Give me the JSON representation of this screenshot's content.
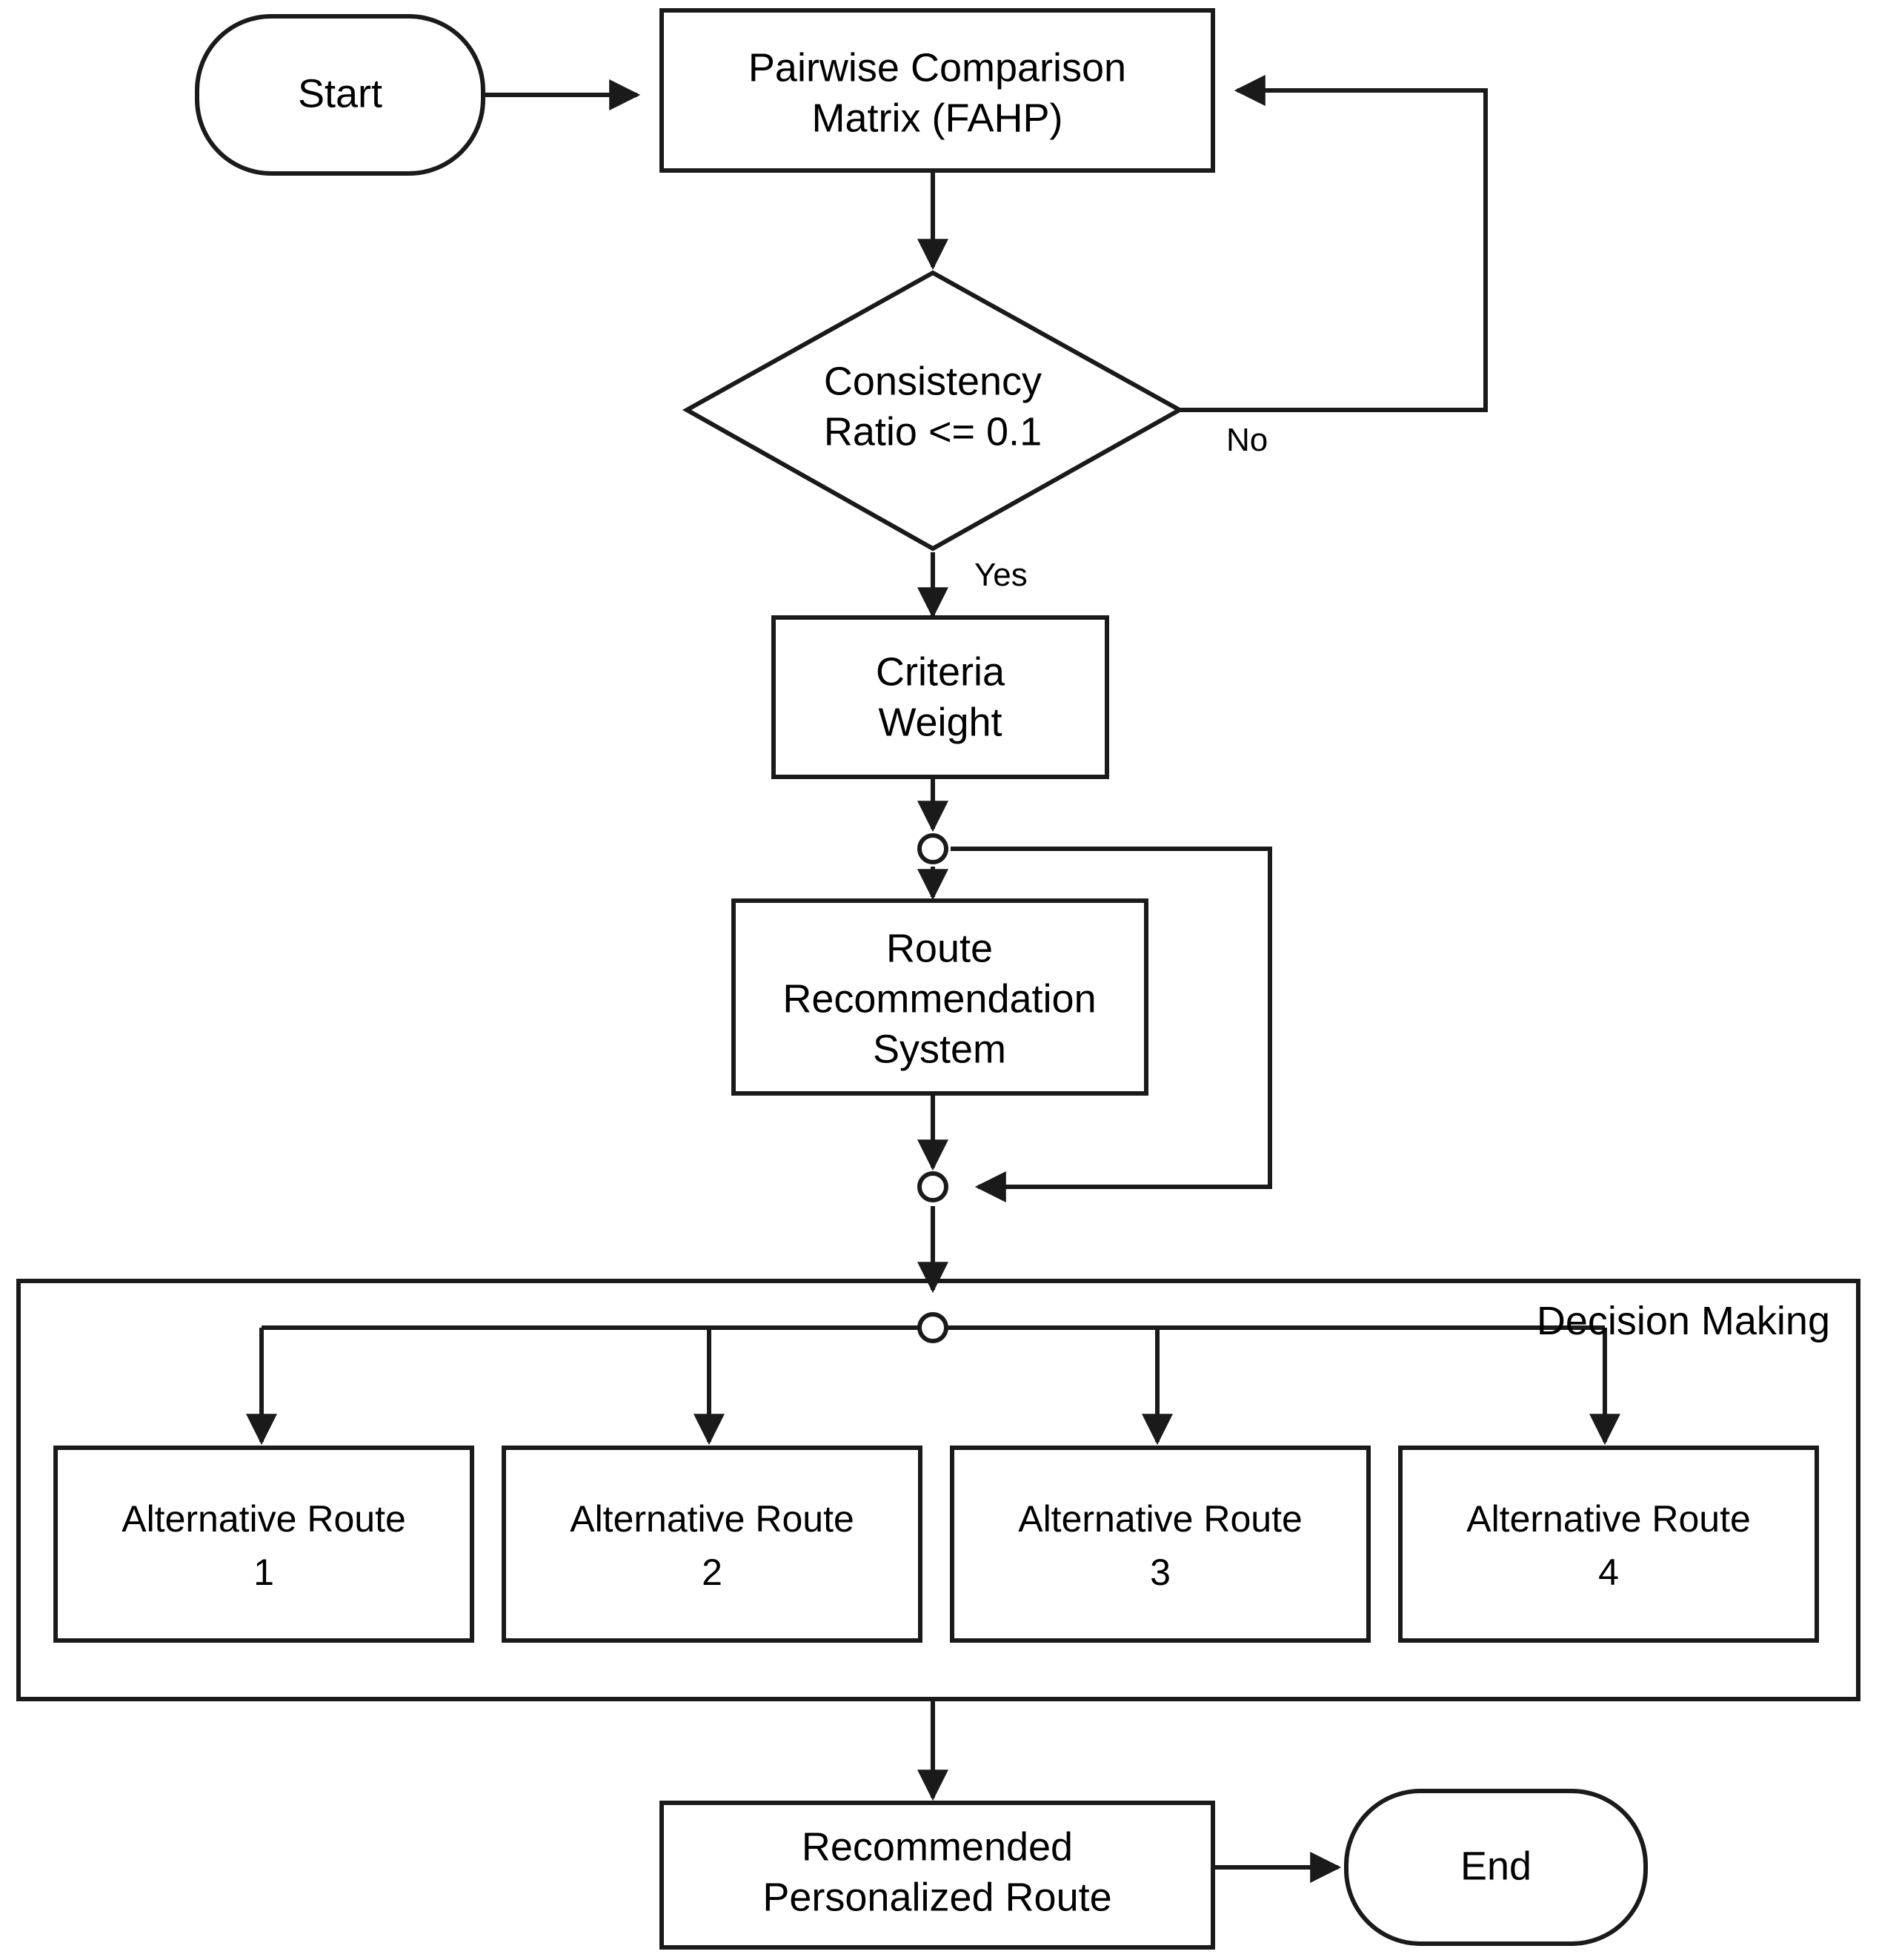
{
  "diagram": {
    "title": "FAHP Personalized Route Recommendation Flowchart",
    "colors": {
      "stroke": "#1a1a1a",
      "fill": "#ffffff",
      "text": "#000000",
      "background": "#ffffff"
    }
  },
  "nodes": {
    "start": {
      "label": "Start",
      "shape": "stadium"
    },
    "pairwise": {
      "line1": "Pairwise Comparison",
      "line2": "Matrix (FAHP)",
      "shape": "rectangle"
    },
    "consistency": {
      "line1": "Consistency",
      "line2": "Ratio <= 0.1",
      "shape": "diamond"
    },
    "criteria_weight": {
      "line1": "Criteria",
      "line2": "Weight",
      "shape": "rectangle"
    },
    "route_system": {
      "line1": "Route",
      "line2": "Recommendation",
      "line3": "System",
      "shape": "rectangle"
    },
    "recommended": {
      "line1": "Recommended",
      "line2": "Personalized Route",
      "shape": "rectangle"
    },
    "end": {
      "label": "End",
      "shape": "stadium"
    }
  },
  "group": {
    "label": "Decision Making",
    "alternatives": [
      {
        "line1": "Alternative Route",
        "line2": "1"
      },
      {
        "line1": "Alternative Route",
        "line2": "2"
      },
      {
        "line1": "Alternative Route",
        "line2": "3"
      },
      {
        "line1": "Alternative Route",
        "line2": "4"
      }
    ]
  },
  "edge_labels": {
    "no": "No",
    "yes": "Yes"
  },
  "edges": [
    {
      "from": "start",
      "to": "pairwise",
      "label": ""
    },
    {
      "from": "pairwise",
      "to": "consistency",
      "label": ""
    },
    {
      "from": "consistency",
      "to": "pairwise",
      "label": "No"
    },
    {
      "from": "consistency",
      "to": "criteria_weight",
      "label": "Yes"
    },
    {
      "from": "criteria_weight",
      "to": "junction-1",
      "label": ""
    },
    {
      "from": "junction-1",
      "to": "route_system",
      "label": ""
    },
    {
      "from": "junction-1",
      "to": "junction-2",
      "label": ""
    },
    {
      "from": "route_system",
      "to": "junction-2",
      "label": ""
    },
    {
      "from": "junction-2",
      "to": "junction-3",
      "label": ""
    },
    {
      "from": "junction-3",
      "to": "alternative-route-1",
      "label": ""
    },
    {
      "from": "junction-3",
      "to": "alternative-route-2",
      "label": ""
    },
    {
      "from": "junction-3",
      "to": "alternative-route-3",
      "label": ""
    },
    {
      "from": "junction-3",
      "to": "alternative-route-4",
      "label": ""
    },
    {
      "from": "decision-making-group",
      "to": "recommended",
      "label": ""
    },
    {
      "from": "recommended",
      "to": "end",
      "label": ""
    }
  ]
}
